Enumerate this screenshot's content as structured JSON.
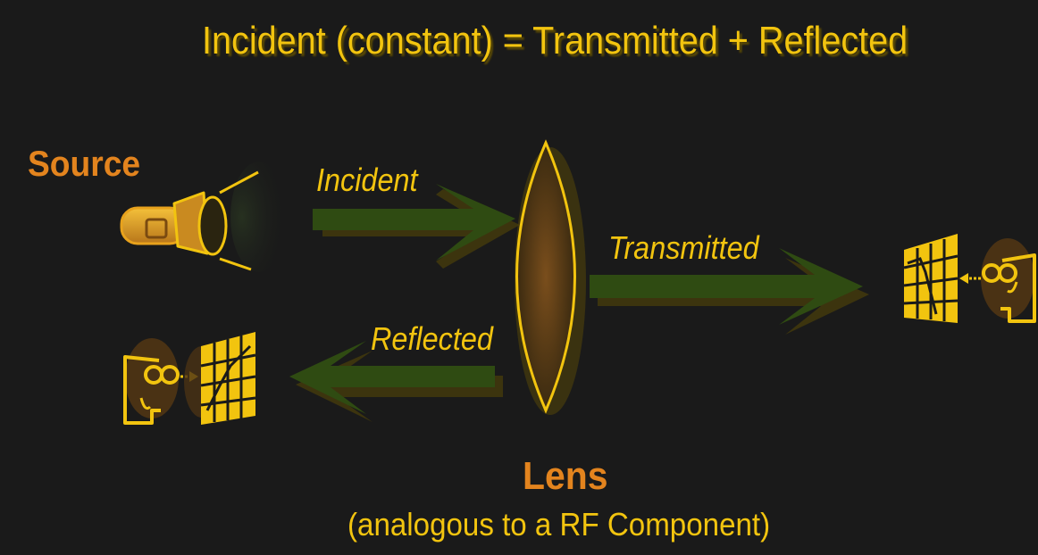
{
  "title": "Incident (constant) = Transmitted + Reflected",
  "source": {
    "label": "Source"
  },
  "flows": {
    "incident": "Incident",
    "transmitted": "Transmitted",
    "reflected": "Reflected"
  },
  "lens": {
    "label": "Lens",
    "subtitle": "(analogous to a RF Component)"
  },
  "colors": {
    "background": "#1a1a1a",
    "yellow": "#f2c40f",
    "orange": "#e3841e",
    "arrow_green": "#2f4b12",
    "lens_fill": "#4a3214"
  },
  "icons": [
    "flashlight-icon",
    "lens-icon",
    "observer-icon",
    "graph-panel-icon",
    "arrow-icon"
  ]
}
